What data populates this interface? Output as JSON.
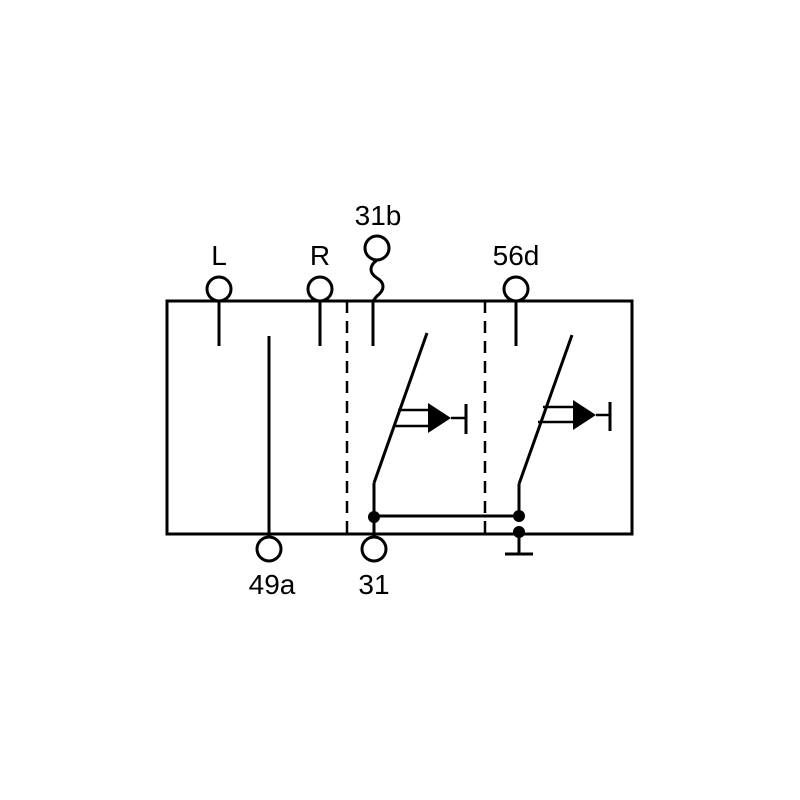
{
  "terminals": {
    "l": "L",
    "r": "R",
    "t31b": "31b",
    "t56d": "56d",
    "t49a": "49a",
    "t31": "31"
  }
}
